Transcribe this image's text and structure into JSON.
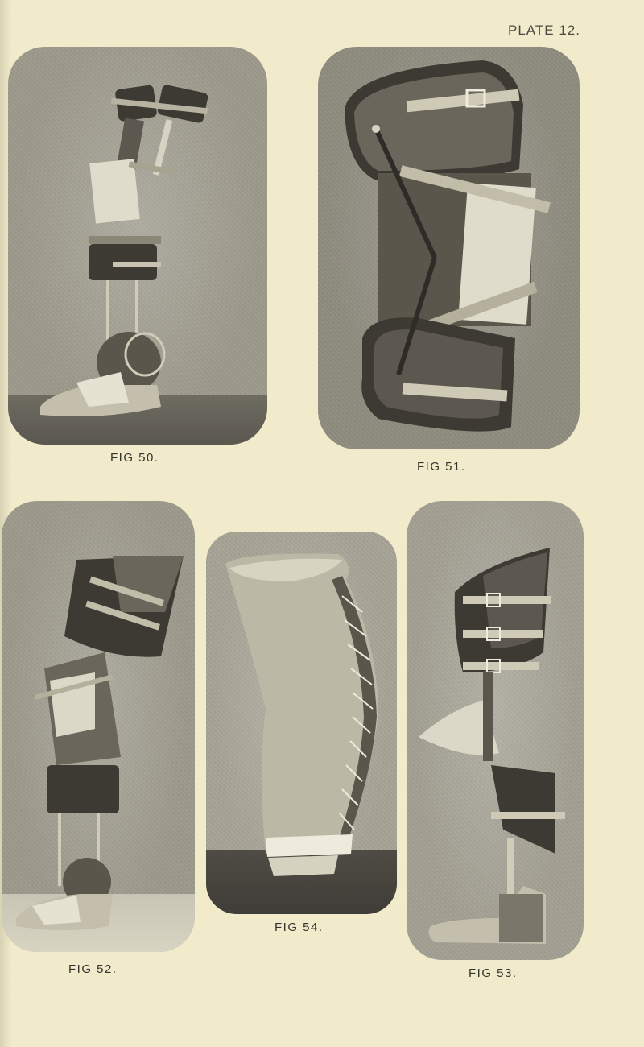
{
  "plate": {
    "title": "PLATE 12."
  },
  "figures": [
    {
      "id": "fig50",
      "caption": "FIG 50.",
      "subject": "Full-leg brace with thigh and calf cuffs, knee joint, side bars and sandal foot-plate"
    },
    {
      "id": "fig51",
      "caption": "FIG 51.",
      "subject": "Knee brace with padded thigh and calf cuffs, buckled straps and lateral rod"
    },
    {
      "id": "fig52",
      "caption": "FIG 52.",
      "subject": "Leg brace with laced thigh cuff, knee strapping, calf band, side bars and sandal"
    },
    {
      "id": "fig53",
      "caption": "FIG 53.",
      "subject": "Leg brace with three-buckle thigh cuff, calf cuff, single upright and boot"
    },
    {
      "id": "fig54",
      "caption": "FIG 54.",
      "subject": "Laced knee stocking / leg casing on base"
    }
  ],
  "colors": {
    "paper": "#f1ebcb",
    "panel": "#9d9a8c",
    "ink": "#34332e",
    "leather_dark": "#3d3a33",
    "leather_mid": "#6a665b",
    "light_fabric": "#dcd8c8"
  }
}
